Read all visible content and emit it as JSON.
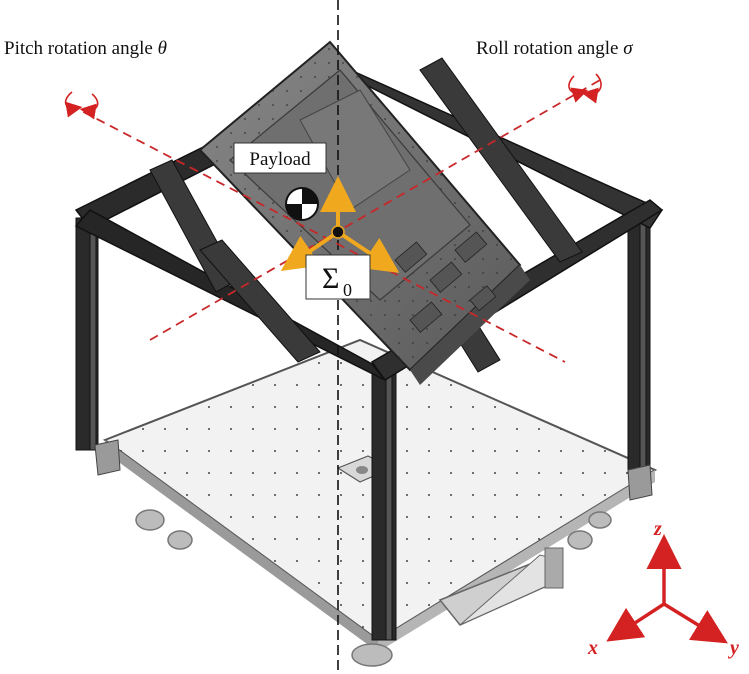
{
  "labels": {
    "pitch_text": "Pitch rotation angle ",
    "pitch_symbol": "θ",
    "roll_text": "Roll rotation angle ",
    "roll_symbol": "σ",
    "payload": "Payload",
    "frame_symbol": "Σ",
    "frame_subscript": "0"
  },
  "axes": {
    "x": "x",
    "y": "y",
    "z": "z"
  },
  "colors": {
    "axis_red": "#d42222",
    "dashed_red": "#c8282a",
    "frame_arrows": "#f0a81e",
    "frame_dark": "#2a2a2a",
    "plate_gray": "#6d6d6d"
  }
}
